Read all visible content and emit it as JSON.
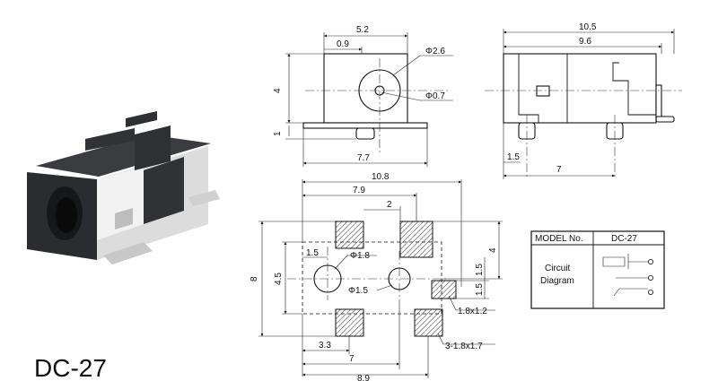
{
  "model_title": "DC-27",
  "front_view": {
    "width": "5.2",
    "offset": "0.9",
    "outer_dia": "Φ2.6",
    "inner_dia": "Φ0.7",
    "height": "4",
    "foot": "1",
    "base_width": "7.7"
  },
  "side_view": {
    "overall": "10.5",
    "body": "9.6",
    "lead": "1.5",
    "pin_pitch": "7"
  },
  "footprint": {
    "overall_top": "10.8",
    "top1": "7.9",
    "top2": "2",
    "hole1": "Φ1.8",
    "hole2": "Φ1.5",
    "left_off": "1.5",
    "height_total": "8",
    "height_inner": "4.5",
    "right_4": "4",
    "right_15a": "1.5",
    "right_15b": "1.5",
    "pad_small": "1.8x1.2",
    "pad_large": "3-1.8x1.7",
    "bottom1": "3.3",
    "bottom2": "7",
    "bottom3": "8.9"
  },
  "info_table": {
    "model_label": "MODEL No.",
    "model_value": "DC-27",
    "diagram_line1": "Circuit",
    "diagram_line2": "Diagram"
  },
  "colors": {
    "ink": "#111111",
    "hatch": "#333333",
    "body_dark": "#2a2c30",
    "body_metal": "#e8e8e8"
  }
}
